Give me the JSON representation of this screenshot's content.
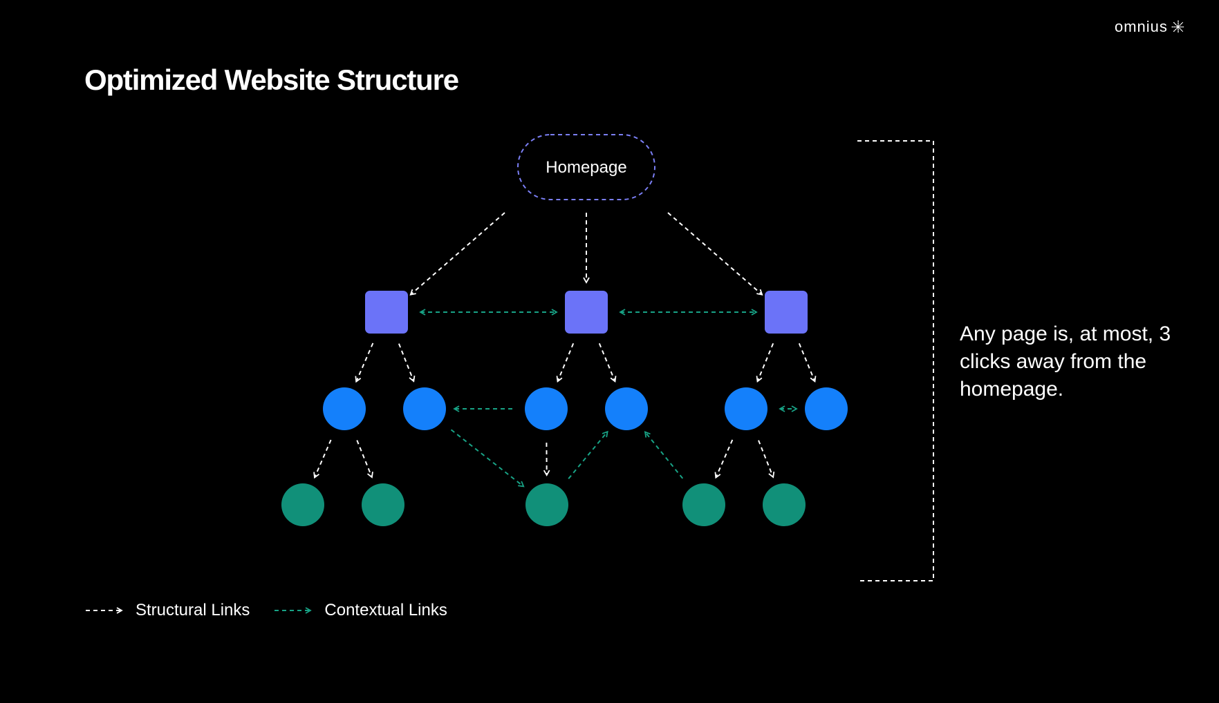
{
  "brand": {
    "name": "omnius",
    "logo_icon": "sparkle-burst-icon"
  },
  "title": "Optimized Website Structure",
  "note": "Any page is, at most, 3 clicks away from the homepage.",
  "legend": {
    "structural": "Structural Links",
    "contextual": "Contextual Links"
  },
  "colors": {
    "background": "#000000",
    "homepage_border": "#7b7ff5",
    "category": "#6b73f8",
    "subcategory": "#1480fb",
    "page": "#119079",
    "structural_link": "#ffffff",
    "contextual_link": "#18a386"
  },
  "diagram": {
    "root": {
      "id": "homepage",
      "label": "Homepage"
    },
    "levels": [
      [
        "c1",
        "c2",
        "c3"
      ],
      [
        "s1",
        "s2",
        "s3",
        "s4",
        "s5",
        "s6"
      ],
      [
        "p1",
        "p2",
        "p3",
        "p4",
        "p5"
      ]
    ],
    "structural_links": [
      [
        "homepage",
        "c1"
      ],
      [
        "homepage",
        "c2"
      ],
      [
        "homepage",
        "c3"
      ],
      [
        "c1",
        "s1"
      ],
      [
        "c1",
        "s2"
      ],
      [
        "c2",
        "s3"
      ],
      [
        "c2",
        "s4"
      ],
      [
        "c3",
        "s5"
      ],
      [
        "c3",
        "s6"
      ],
      [
        "s1",
        "p1"
      ],
      [
        "s1",
        "p2"
      ],
      [
        "s3",
        "p3"
      ],
      [
        "s5",
        "p4"
      ],
      [
        "s5",
        "p5"
      ]
    ],
    "contextual_links": [
      {
        "from": "c1",
        "to": "c2",
        "bidirectional": true
      },
      {
        "from": "c2",
        "to": "c3",
        "bidirectional": true
      },
      {
        "from": "s3",
        "to": "s2",
        "bidirectional": false
      },
      {
        "from": "s5",
        "to": "s6",
        "bidirectional": true
      },
      {
        "from": "s2",
        "to": "p3",
        "bidirectional": false
      },
      {
        "from": "p3",
        "to": "s4",
        "bidirectional": false
      },
      {
        "from": "p4",
        "to": "s4",
        "bidirectional": false
      }
    ]
  }
}
